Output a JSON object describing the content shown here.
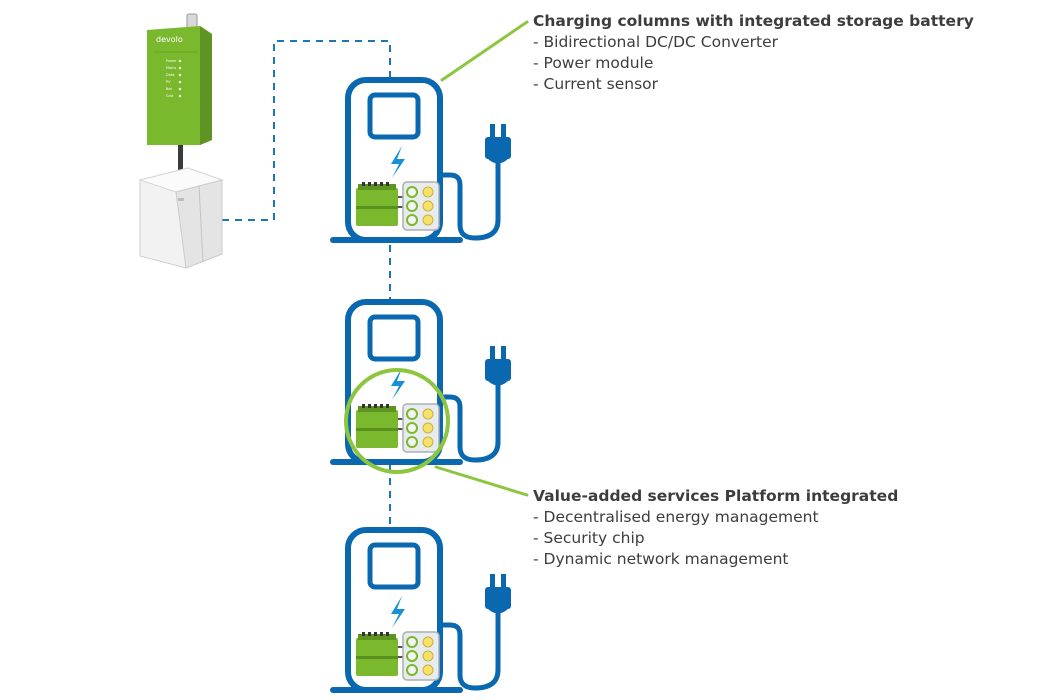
{
  "device": {
    "brand": "devolo",
    "panel_labels": [
      "Power",
      "Mains",
      "Data",
      "PV",
      "Bat",
      "Grid"
    ]
  },
  "callouts": {
    "top": {
      "title": "Charging columns with integrated storage battery",
      "items": [
        "- Bidirectional DC/DC Converter",
        "- Power module",
        "- Current sensor"
      ]
    },
    "middle": {
      "title": "Value-added services Platform integrated",
      "items": [
        "- Decentralised energy management",
        "- Security chip",
        "- Dynamic network management"
      ]
    }
  },
  "colors": {
    "column_blue": "#0a68b0",
    "highlight_green": "#8cc63f",
    "module_green": "#7ab82e",
    "dashed_line": "#1d77b5",
    "text": "#3d3d3d"
  }
}
